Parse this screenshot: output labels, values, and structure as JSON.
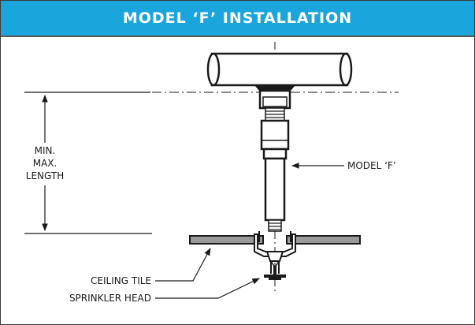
{
  "header": {
    "title": "MODEL ‘F’ INSTALLATION"
  },
  "labels": {
    "min": "MIN.",
    "max": "MAX.",
    "length": "LENGTH",
    "model": "MODEL ‘F’",
    "ceiling_tile": "CEILING TILE",
    "sprinkler_head": "SPRINKLER HEAD"
  },
  "colors": {
    "header_bg": "#1aa6dd",
    "header_text": "#ffffff",
    "stroke": "#1a1a1a",
    "tile": "#9a9a9a"
  }
}
